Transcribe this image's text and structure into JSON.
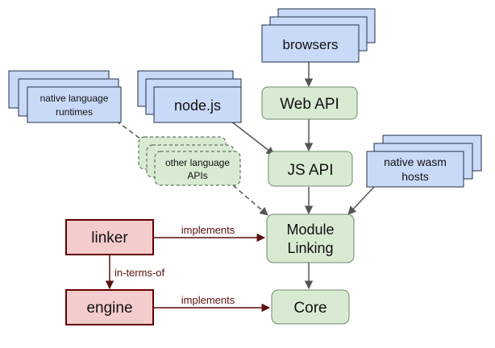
{
  "colors": {
    "blue_fill": "#c9daf8",
    "blue_stroke": "#20304a",
    "green_fill": "#d9ead3",
    "green_stroke": "#6d8a6a",
    "red_fill": "#f4cccc",
    "red_stroke": "#660000",
    "arrow_gray": "#555555",
    "arrow_dark_red": "#5b0f0f"
  },
  "nodes": {
    "browsers": "browsers",
    "web_api": "Web API",
    "native_runtimes_line1": "native language",
    "native_runtimes_line2": "runtimes",
    "nodejs": "node.js",
    "other_apis_line1": "other language",
    "other_apis_line2": "APIs",
    "js_api": "JS API",
    "wasm_hosts_line1": "native wasm",
    "wasm_hosts_line2": "hosts",
    "module_linking_line1": "Module",
    "module_linking_line2": "Linking",
    "core": "Core",
    "linker": "linker",
    "engine": "engine"
  },
  "edges": {
    "linker_implements": "implements",
    "engine_implements": "implements",
    "in_terms_of": "in-terms-of"
  }
}
